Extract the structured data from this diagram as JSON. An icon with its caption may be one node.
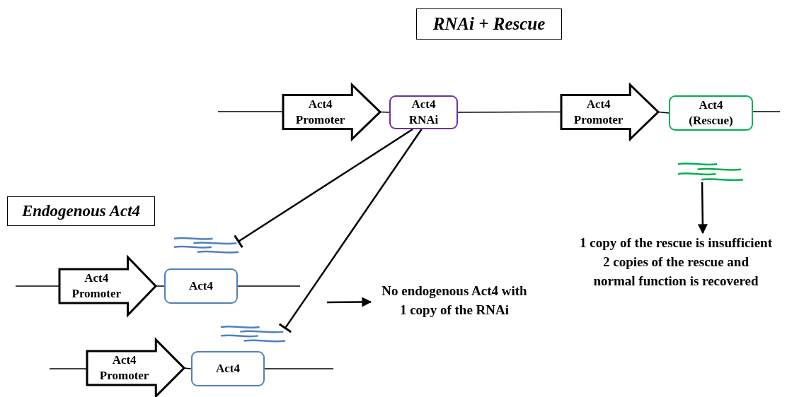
{
  "diagram": {
    "title": "RNAi + Rescue",
    "nodes": [
      {
        "text": [
          "Act4 Promoter"
        ]
      },
      {
        "text": [
          "Act4 RNAi"
        ]
      },
      {
        "text": [
          "Act4 Promoter"
        ]
      },
      {
        "text": [
          "Act4 (Rescue)"
        ]
      },
      {
        "text": [],
        "shape": "picture"
      },
      {
        "text": [
          "1 copy of the rescue is insufficient",
          "2 copies of the rescue and normal function is recovered"
        ]
      },
      {
        "text": [],
        "shape": "picture"
      },
      {
        "text": [
          "Act4 Promoter"
        ]
      },
      {
        "text": [
          "Act4"
        ]
      },
      {
        "text": [],
        "shape": "picture"
      },
      {
        "text": [
          "Act4 Promoter"
        ]
      },
      {
        "text": [
          "Act4"
        ]
      },
      {
        "text": [
          "No endogenous Act4 with 1 copy of the RNAi"
        ]
      }
    ],
    "edges": [
      {
        "from": 0,
        "to": 1,
        "arrow": "none"
      },
      {
        "from": 1,
        "to": 2,
        "arrow": "none"
      },
      {
        "from": 2,
        "to": 3,
        "arrow": "none"
      },
      {
        "from": 4,
        "to": 5,
        "arrow": "to"
      },
      {
        "from": 1,
        "to": 6,
        "arrow": "other"
      },
      {
        "from": 1,
        "to": 9,
        "arrow": "other"
      },
      {
        "from": 7,
        "to": 8,
        "arrow": "none"
      },
      {
        "from": 10,
        "to": 11,
        "arrow": "none"
      },
      {
        "from": null,
        "to": 12,
        "arrow": "to"
      }
    ],
    "labels": [
      "Endogenous Act4"
    ]
  }
}
